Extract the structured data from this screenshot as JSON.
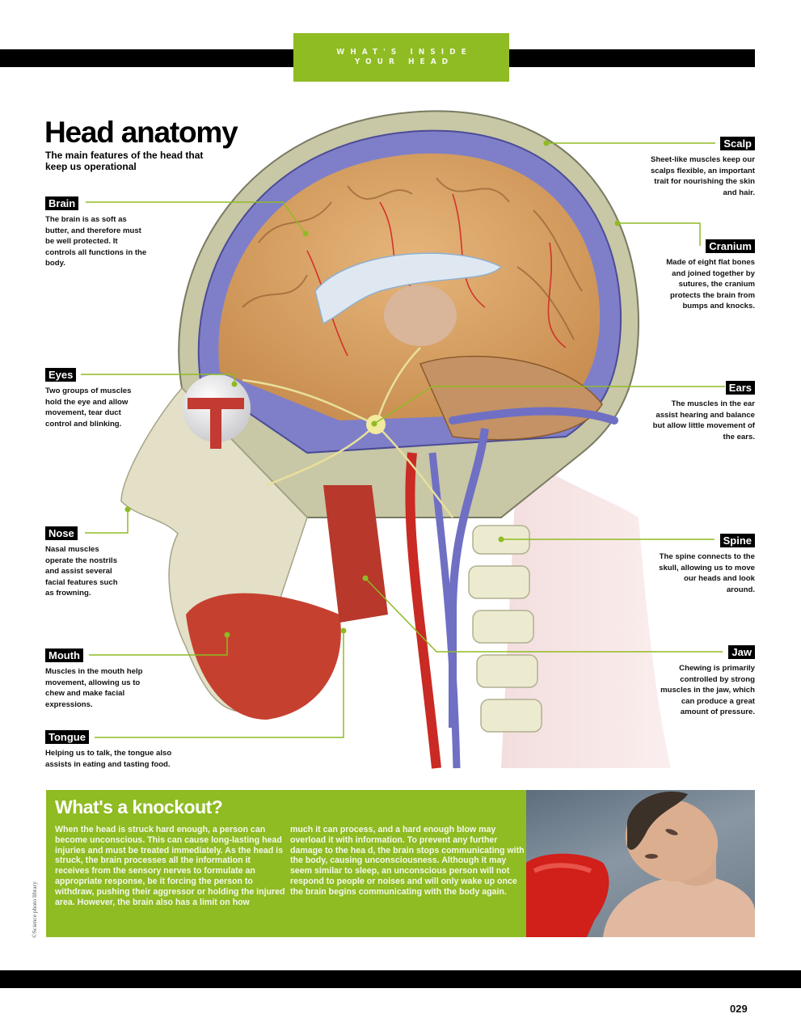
{
  "header": {
    "section_tag_line1": "What's inside",
    "section_tag_line2": "your head",
    "accent_color": "#8fbb23"
  },
  "title": {
    "main": "Head anatomy",
    "subtitle": "The main features of the head that keep us operational"
  },
  "labels": {
    "brain": {
      "name": "Brain",
      "text": "The brain is as soft as butter, and therefore must be well protected. It controls all functions in the body."
    },
    "eyes": {
      "name": "Eyes",
      "text": "Two groups of muscles hold the eye and allow movement, tear duct control and blinking."
    },
    "nose": {
      "name": "Nose",
      "text": "Nasal muscles operate the nostrils and assist several facial features such as frowning."
    },
    "mouth": {
      "name": "Mouth",
      "text": "Muscles in the mouth help movement, allowing us to chew and make facial expressions."
    },
    "tongue": {
      "name": "Tongue",
      "text": "Helping us to talk, the tongue also assists in eating and tasting food."
    },
    "scalp": {
      "name": "Scalp",
      "text": "Sheet-like muscles keep our scalps flexible, an important trait for nourishing the skin and hair."
    },
    "cranium": {
      "name": "Cranium",
      "text": "Made of eight flat bones and joined together by sutures, the cranium protects the brain from bumps and knocks."
    },
    "ears": {
      "name": "Ears",
      "text": "The muscles in the ear assist hearing and balance but allow little movement of the ears."
    },
    "spine": {
      "name": "Spine",
      "text": "The spine connects to the skull, allowing us to move our heads and look around."
    },
    "jaw": {
      "name": "Jaw",
      "text": "Chewing is primarily controlled by strong muscles in the jaw, which can produce a great amount of pressure."
    }
  },
  "knockout": {
    "title": "What's a knockout?",
    "col1": "When the head is struck hard enough, a person can become unconscious. This can cause long-lasting head injuries and must be treated immediately. As the head is struck, the brain processes all the information it receives from the sensory nerves to formulate an appropriate response, be it forcing the person to withdraw, pushing their aggressor or holding the injured area. However, the brain also has a limit on how",
    "col2": "much it can process, and a hard enough blow may overload it with information. To prevent any further damage to the hea d, the brain stops communicating with the body, causing unconsciousness. Although it may seem similar to sleep, an unconscious person will not respond to people or noises and will only wake up once the brain begins communicating with the body again.",
    "photo_alt": "Dazed boxer being hit by a red boxing glove"
  },
  "credit": "©Science photo library",
  "footer": {
    "page_number": "029"
  }
}
